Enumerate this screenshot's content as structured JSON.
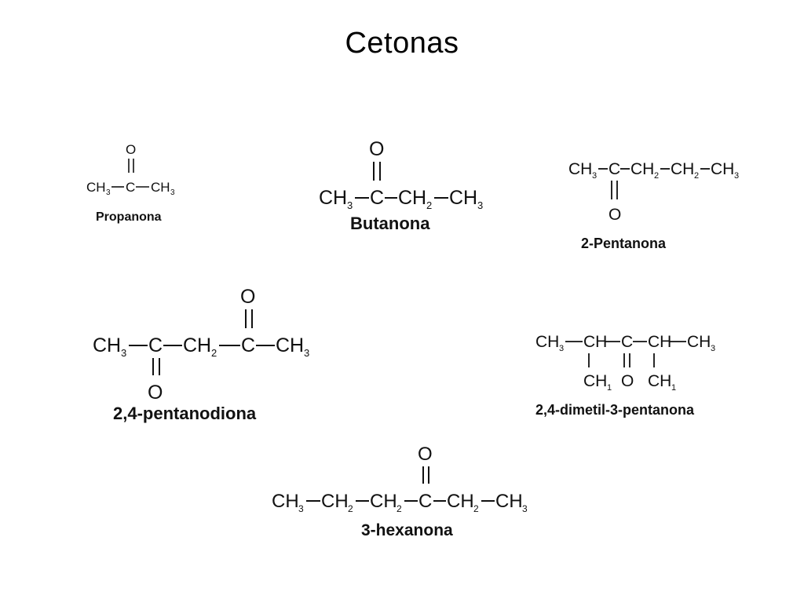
{
  "slide": {
    "title": "Cetonas"
  },
  "molecules": [
    {
      "name": "Propanona",
      "groups": [
        "CH",
        "3",
        "C",
        "CH",
        "3"
      ],
      "carbonyl": "O"
    },
    {
      "name": "Butanona",
      "groups": [
        "CH",
        "3",
        "C",
        "CH",
        "2",
        "CH",
        "3"
      ],
      "carbonyl": "O"
    },
    {
      "name": "2-Pentanona",
      "groups": [
        "CH",
        "3",
        "C",
        "CH",
        "2",
        "CH",
        "2",
        "CH",
        "3"
      ],
      "carbonyl": "O"
    },
    {
      "name": "2,4-pentanodiona",
      "groups": [
        "CH",
        "3",
        "C",
        "CH",
        "2",
        "C",
        "CH",
        "3"
      ],
      "carbonyl_top": "O",
      "carbonyl_bottom": "O"
    },
    {
      "name": "2,4-dimetil-3-pentanona",
      "groups": [
        "CH",
        "3",
        "CH",
        "C",
        "CH",
        "CH",
        "3"
      ],
      "substituents": [
        "CH",
        "1",
        "O",
        "CH",
        "1"
      ]
    },
    {
      "name": "3-hexanona",
      "groups": [
        "CH",
        "3",
        "CH",
        "2",
        "CH",
        "2",
        "C",
        "CH",
        "2",
        "CH",
        "3"
      ],
      "carbonyl": "O"
    }
  ]
}
